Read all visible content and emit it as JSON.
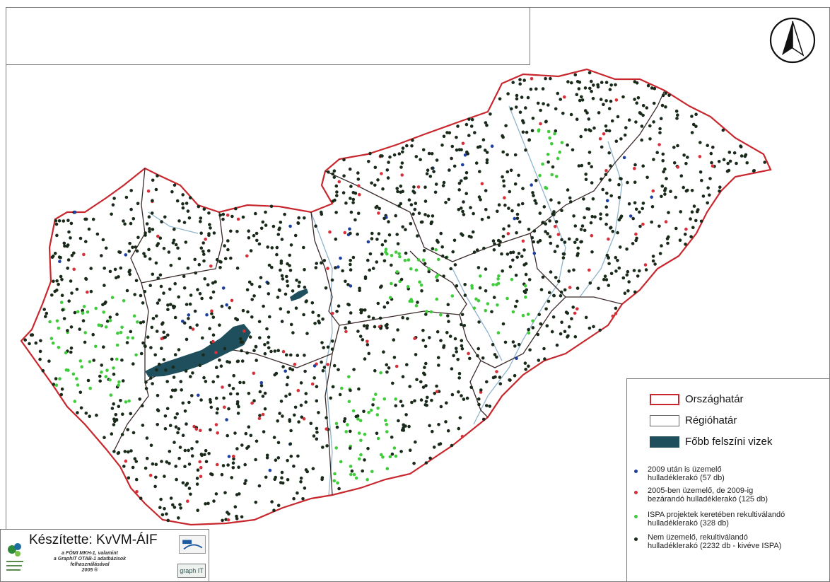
{
  "map": {
    "title_box_text": "",
    "colors": {
      "country_border": "#c8272e",
      "region_border": "#3a2a2a",
      "water": "#1f4f5c",
      "river": "#8fb4cc",
      "point_operating_after_2009": "#1d3fa0",
      "point_closing_2009": "#d8303a",
      "point_ispa": "#3fcc3a",
      "point_not_operating": "#1a2a1a"
    }
  },
  "north_arrow": {
    "icon": "north-arrow-icon"
  },
  "legend": {
    "country_border_label": "Országhatár",
    "region_border_label": "Régióhatár",
    "water_label": "Főbb felszíni vizek",
    "points": [
      {
        "line1": "2009 után is üzemelő",
        "line2": "hulladéklerakó (57 db)",
        "color": "#1d3fa0"
      },
      {
        "line1": "2005-ben üzemelő, de 2009-ig",
        "line2": "bezárandó hulladéklerakó (125 db)",
        "color": "#d8303a"
      },
      {
        "line1": "ISPA projektek keretében rekultiválandó",
        "line2": "hulladéklerakó (328 db)",
        "color": "#3fcc3a"
      },
      {
        "line1": "Nem üzemelő, rekultiválandó",
        "line2": "hulladéklerakó (2232 db - kivéve ISPA)",
        "color": "#1a2a1a"
      }
    ]
  },
  "credit": {
    "title": "Készítette: KvVM-ÁIF",
    "lines": [
      "a FÖMI MKH-1, valamint",
      "a GraphIT OTAB-1 adatbázisok",
      "felhasználásával",
      "2005 ®"
    ],
    "logo_right_2": "graph IT"
  }
}
